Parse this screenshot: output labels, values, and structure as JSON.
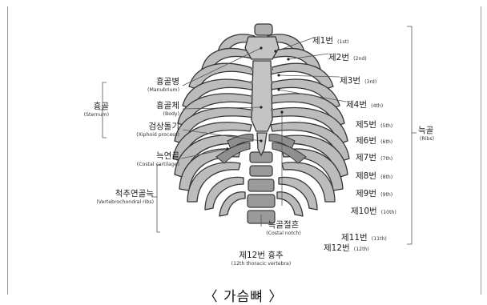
{
  "caption": "〈 가슴뼈 〉",
  "sternum": {
    "group_ko": "흉골",
    "group_en": "(Sternum)",
    "parts": [
      {
        "ko": "흉골병",
        "en": "(Manubrium)"
      },
      {
        "ko": "흉골체",
        "en": "(Body)"
      },
      {
        "ko": "검상돌기",
        "en": "(Xiphoid process)"
      }
    ]
  },
  "costal_cartilage": {
    "ko": "늑연골",
    "en": "(Costal cartilage)"
  },
  "vertebrochondral": {
    "ko": "척추연골늑",
    "en": "(Vertebrochondral ribs)"
  },
  "costal_notch": {
    "ko": "늑골절흔",
    "en": "(Costal notch)"
  },
  "thoracic_vertebra": {
    "ko": "제12번 흉추",
    "en": "(12th thoracic vertebra)"
  },
  "ribs_group": {
    "ko": "늑골",
    "en": "(Ribs)"
  },
  "ribs": [
    {
      "ko": "제1번",
      "en": "(1st)"
    },
    {
      "ko": "제2번",
      "en": "(2nd)"
    },
    {
      "ko": "제3번",
      "en": "(3rd)"
    },
    {
      "ko": "제4번",
      "en": "(4th)"
    },
    {
      "ko": "제5번",
      "en": "(5th)"
    },
    {
      "ko": "제6번",
      "en": "(6th)"
    },
    {
      "ko": "제7번",
      "en": "(7th)"
    },
    {
      "ko": "제8번",
      "en": "(8th)"
    },
    {
      "ko": "제9번",
      "en": "(9th)"
    },
    {
      "ko": "제10번",
      "en": "(10th)"
    },
    {
      "ko": "제11번",
      "en": "(11th)"
    },
    {
      "ko": "제12번",
      "en": "(12th)"
    }
  ],
  "colors": {
    "bone": "#bdbdbd",
    "bone_dark": "#8f8f8f",
    "outline": "#3a3a3a",
    "leader": "#555555"
  }
}
